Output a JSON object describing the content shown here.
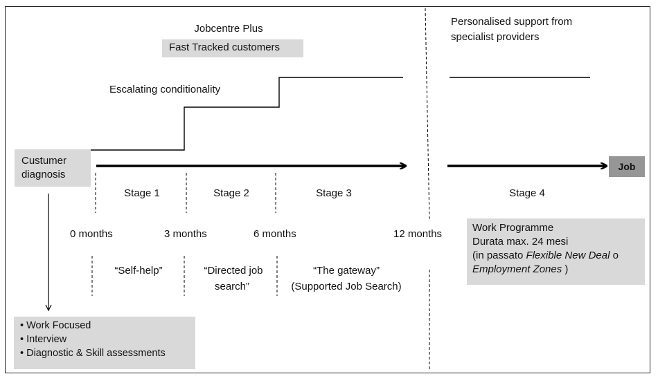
{
  "header": {
    "jobcentre": "Jobcentre Plus",
    "fast_tracked": "Fast Tracked customers",
    "personalised": [
      "Personalised support from",
      "specialist providers"
    ]
  },
  "escalating": "Escalating conditionality",
  "diagnosis": [
    "Custumer",
    "diagnosis"
  ],
  "job": "Job",
  "stages": [
    "Stage 1",
    "Stage 2",
    "Stage 3",
    "Stage 4"
  ],
  "months": [
    "0 months",
    "3 months",
    "6 months",
    "12 months"
  ],
  "phases": {
    "self_help": "“Self-help”",
    "directed": [
      "“Directed job",
      "search”"
    ],
    "gateway": [
      "“The gateway”",
      "(Supported Job Search)"
    ]
  },
  "work_programme": {
    "line1": "Work Programme",
    "line2": "Durata max. 24 mesi",
    "line3_prefix": "(in passato ",
    "line3_italic": "Flexible New Deal",
    "line3_suffix": " o",
    "line4_italic": "Employment Zones",
    "line4_suffix": " )"
  },
  "interview_list": [
    "Work Focused",
    "Interview",
    "Diagnostic & Skill assessments"
  ]
}
